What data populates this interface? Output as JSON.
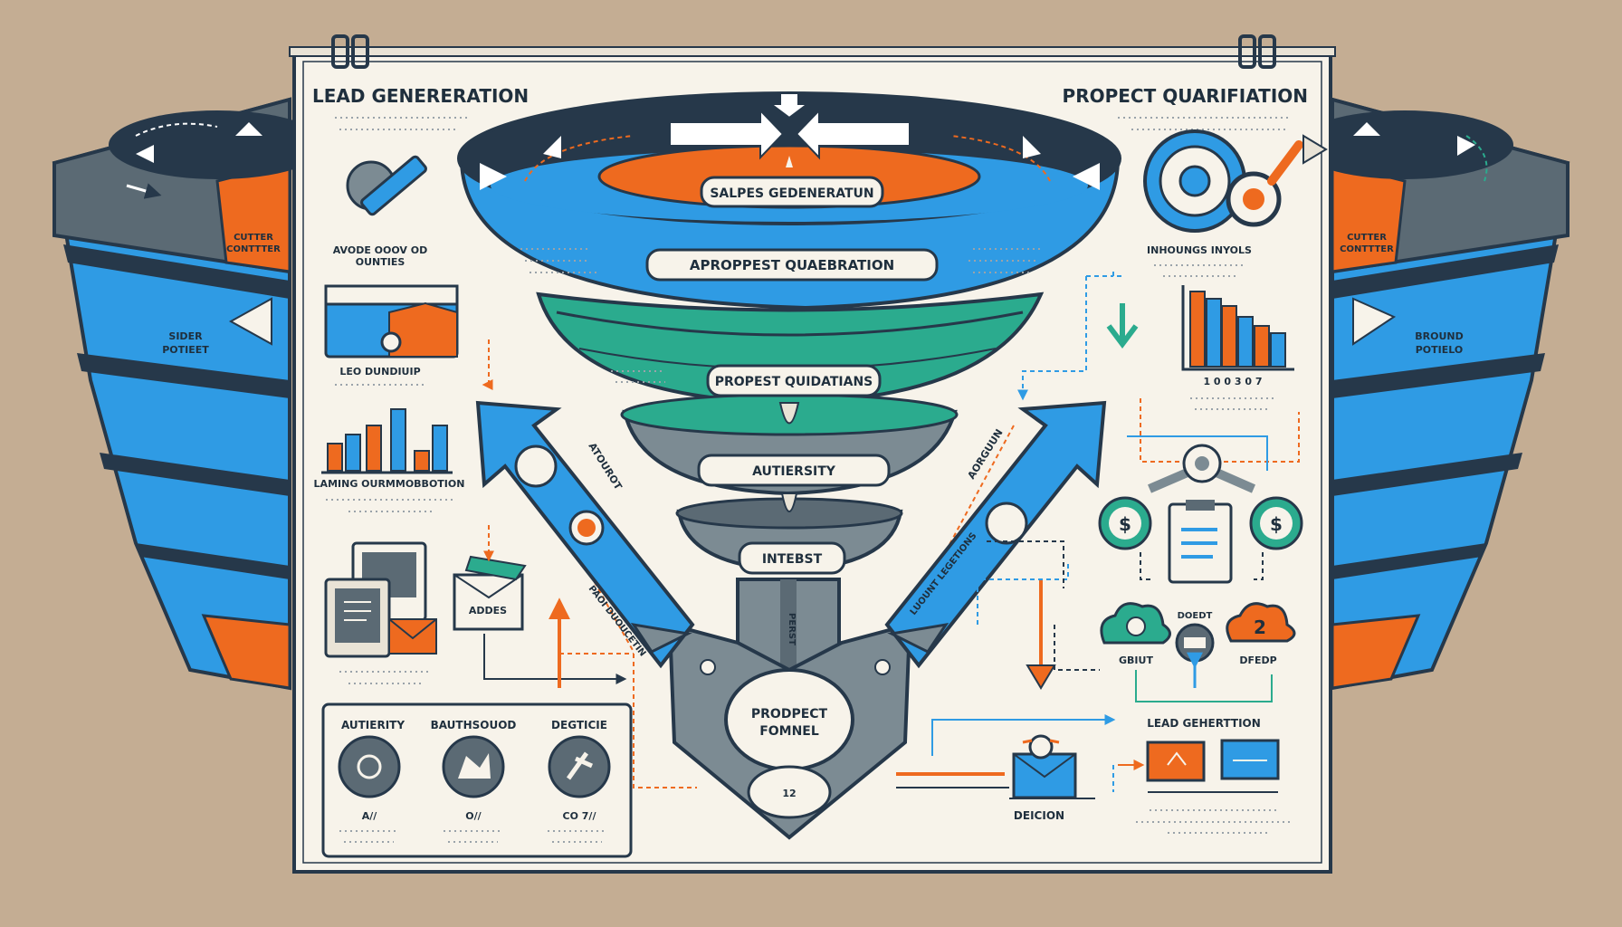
{
  "headings": {
    "left": "LEAD GENERERATION",
    "right": "PROPECT QUARIFIATION"
  },
  "funnel_stages": [
    "SALPES GEDENERATUN",
    "APROPPEST QUAEBRATION",
    "PROPEST QUIDATIANS",
    "AUTIERSITY",
    "INTEBST"
  ],
  "funnel_center_label": [
    "PRODPECT",
    "FOMNEL"
  ],
  "left_panel": {
    "caption_1": [
      "AVODE OOOV OD",
      "OUNTIES"
    ],
    "caption_2": "LEO DUNDIUIP",
    "caption_3": "LAMING OURMMOBBOTION",
    "envelope_label": "ADDES"
  },
  "bottom_box": {
    "items": [
      {
        "label": "AUTIERITY",
        "caption": "A//"
      },
      {
        "label": "BAUTHSOUOD",
        "caption": "O//"
      },
      {
        "label": "DEGTICIE",
        "caption": "CO 7//"
      }
    ]
  },
  "right_panel": {
    "gear_caption": "INHOUNGS INYOLS",
    "bar_ticks": "1 0 0 3 0 7",
    "cloud_left": "GBIUT",
    "cloud_right": "DFEDP",
    "cloud_top": "DOEDT",
    "lead_gen_label": "LEAD GEHERTTION",
    "decision_label": "DEICION"
  },
  "side_labels": {
    "left_top": [
      "CUTTER",
      "CONTTTER"
    ],
    "left_mid": [
      "SIDER",
      "POTIEET"
    ],
    "right_top": [
      "CUTTER",
      "CONTTTER"
    ],
    "right_mid": [
      "BROUND",
      "POTIELO"
    ]
  },
  "arrow_labels": {
    "left_arrow": "ATOUROT",
    "right_arrow": "AORGUUN",
    "left_arrow_lower": "PAOI DUOUCETIN",
    "right_arrow_lower": "LUOUNT LEGETIONS",
    "center_neck": "PERST",
    "bottom_badge": "12"
  },
  "colors": {
    "background": "#c4ad93",
    "board": "#f7f3ea",
    "blue": "#2f9be4",
    "dark_navy": "#26384a",
    "orange": "#ee6a1f",
    "teal": "#2bab8e",
    "gray": "#7c8b93"
  },
  "icons": [
    "wrench-icon",
    "gear-icon",
    "magnifier-icon",
    "dollar-icon",
    "clipboard-icon",
    "envelope-icon",
    "cloud-icon",
    "chart-icon",
    "target-icon",
    "hand-icon",
    "screen-icon"
  ]
}
